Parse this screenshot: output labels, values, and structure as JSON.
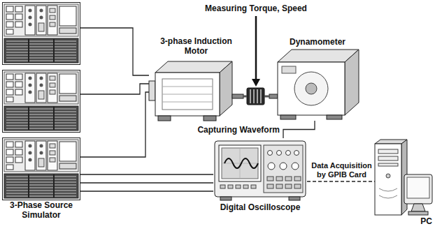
{
  "diagram": {
    "nodes": [
      {
        "text": [
          "3-Phase Source Simulator"
        ]
      },
      {
        "text": [
          "3-phase Induction Motor"
        ]
      },
      {
        "text": [
          "Dynamometer"
        ]
      },
      {
        "text": [
          "Digital Oscilloscope"
        ]
      },
      {
        "text": [
          "PC"
        ]
      }
    ],
    "edges": [
      {
        "from": 0,
        "to": 1,
        "arrow": "none"
      },
      {
        "from": 0,
        "to": 3,
        "arrow": "none"
      },
      {
        "from": 1,
        "to": 2,
        "arrow": "none"
      },
      {
        "from": 2,
        "to": 3,
        "label": "Capturing Waveform",
        "arrow": "none"
      },
      {
        "from": 3,
        "to": 4,
        "label": "Data Acquisition by GPIB Card",
        "arrow": "none"
      }
    ],
    "labels": [
      "Measuring Torque, Speed"
    ]
  }
}
